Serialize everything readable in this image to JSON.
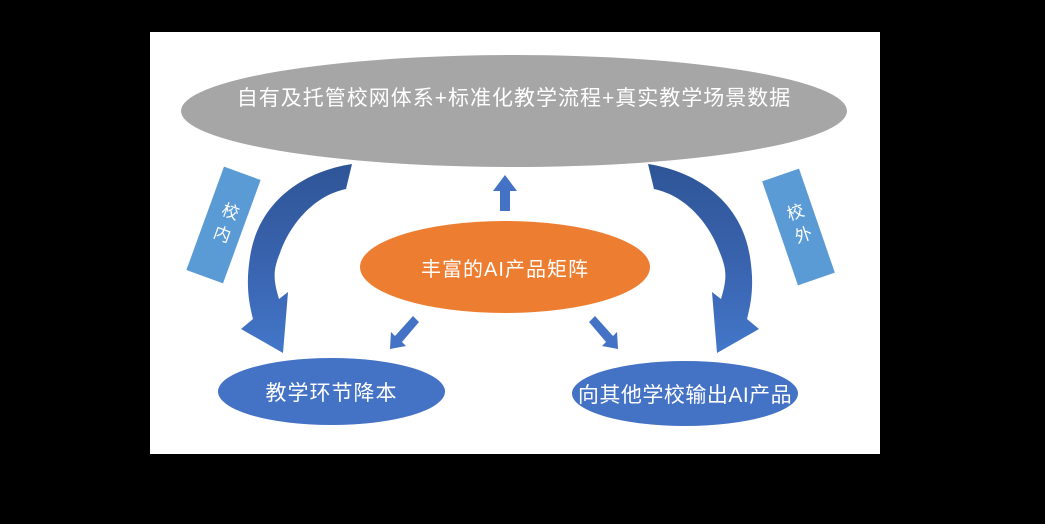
{
  "diagram": {
    "top_ellipse": {
      "label": "自有及托管校网体系+标准化教学流程+真实教学场景数据"
    },
    "center_ellipse": {
      "label": "丰富的AI产品矩阵"
    },
    "bottom_left_ellipse": {
      "label": "教学环节降本"
    },
    "bottom_right_ellipse": {
      "label": "向其他学校输出AI产品"
    },
    "left_tag": {
      "label": "校内"
    },
    "right_tag": {
      "label": "校外"
    },
    "arrows": [
      {
        "name": "curved-arrow-internal",
        "from": "top_ellipse",
        "to": "bottom_left_ellipse",
        "side": "校内"
      },
      {
        "name": "curved-arrow-external",
        "from": "top_ellipse",
        "to": "bottom_right_ellipse",
        "side": "校外"
      },
      {
        "name": "up-arrow",
        "from": "center_ellipse",
        "to": "top_ellipse"
      },
      {
        "name": "down-left-arrow",
        "from": "center_ellipse",
        "to": "bottom_left_ellipse"
      },
      {
        "name": "down-right-arrow",
        "from": "center_ellipse",
        "to": "bottom_right_ellipse"
      }
    ],
    "colors": {
      "background": "#000000",
      "canvas": "#FFFFFF",
      "top_ellipse": "#A6A6A6",
      "center_ellipse": "#ED7D31",
      "bottom_ellipse": "#4472C4",
      "tag": "#5B9BD5",
      "arrow_gradient_top": "#2E5596",
      "arrow_gradient_mid": "#3A64B0",
      "arrow_gradient_bottom": "#4377C9",
      "small_arrow": "#4472C4",
      "text": "#FFFFFF"
    }
  }
}
